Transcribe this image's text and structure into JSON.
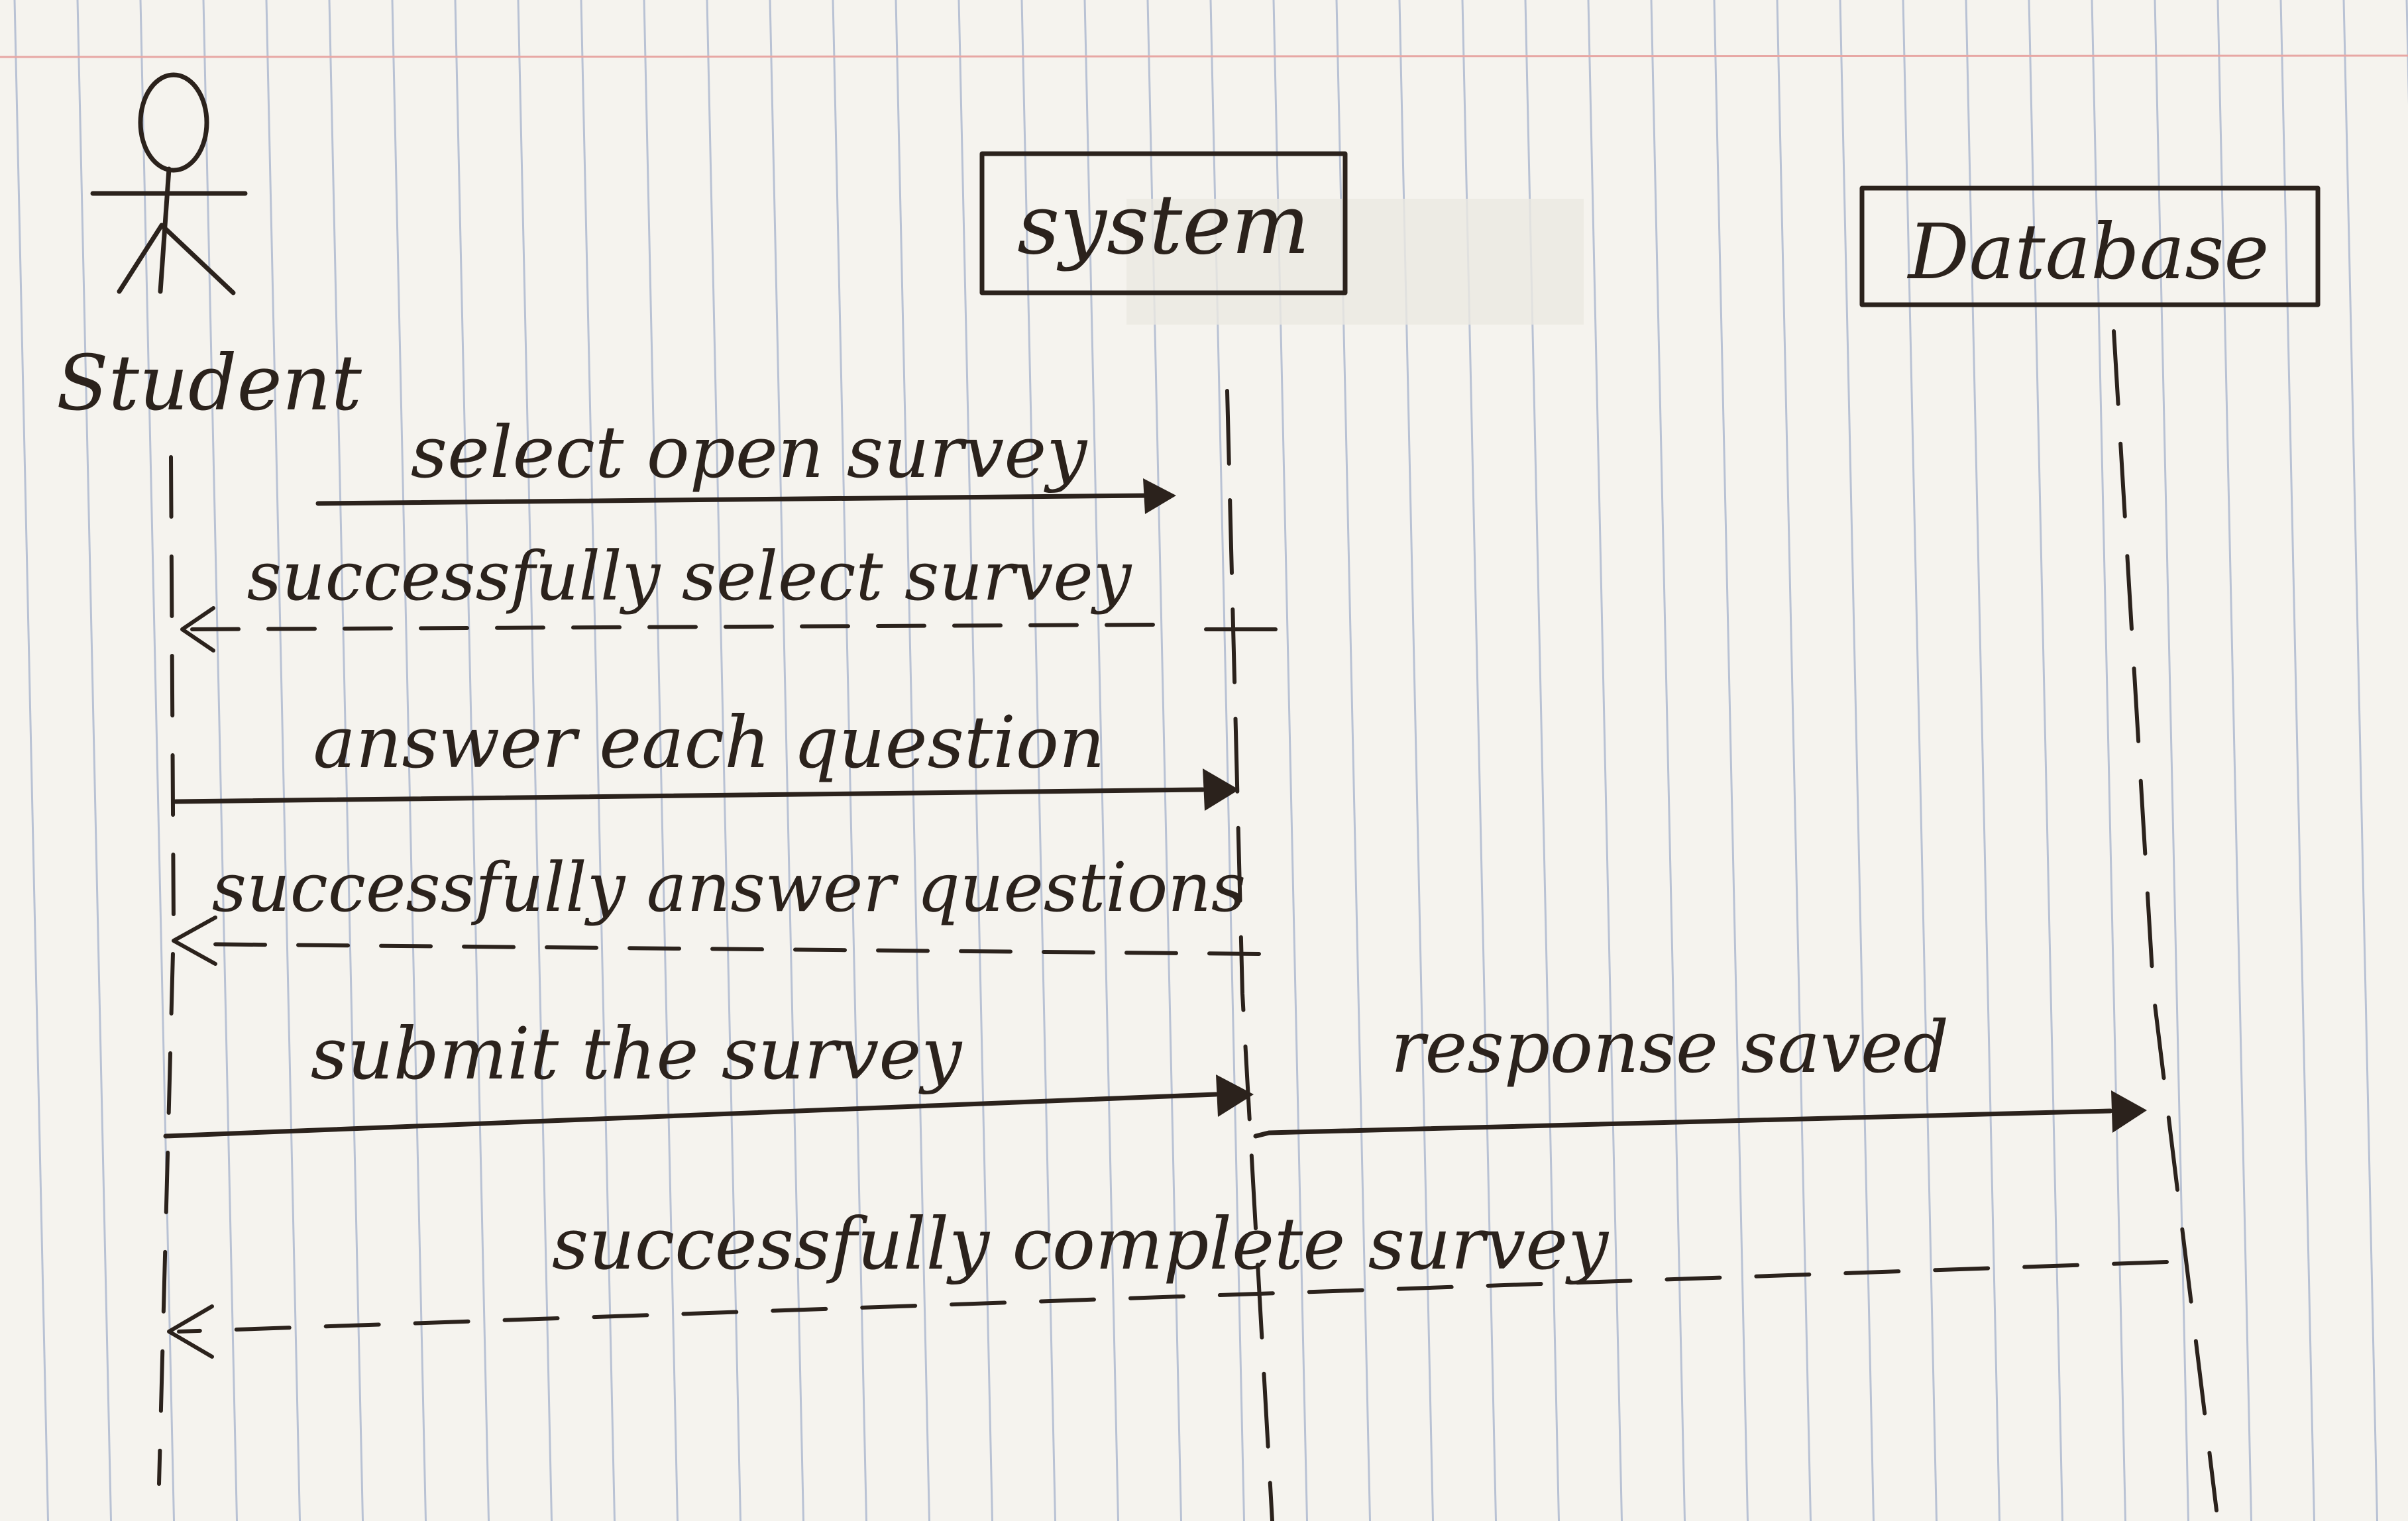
{
  "actors": {
    "student": "Student",
    "system": "system",
    "database": "Database"
  },
  "messages": {
    "m1": "select open survey",
    "m2": "successfully select survey",
    "m3": "answer each question",
    "m4": "successfully answer questions",
    "m5": "submit the survey",
    "m6": "response saved",
    "m7": "successfully complete survey"
  }
}
